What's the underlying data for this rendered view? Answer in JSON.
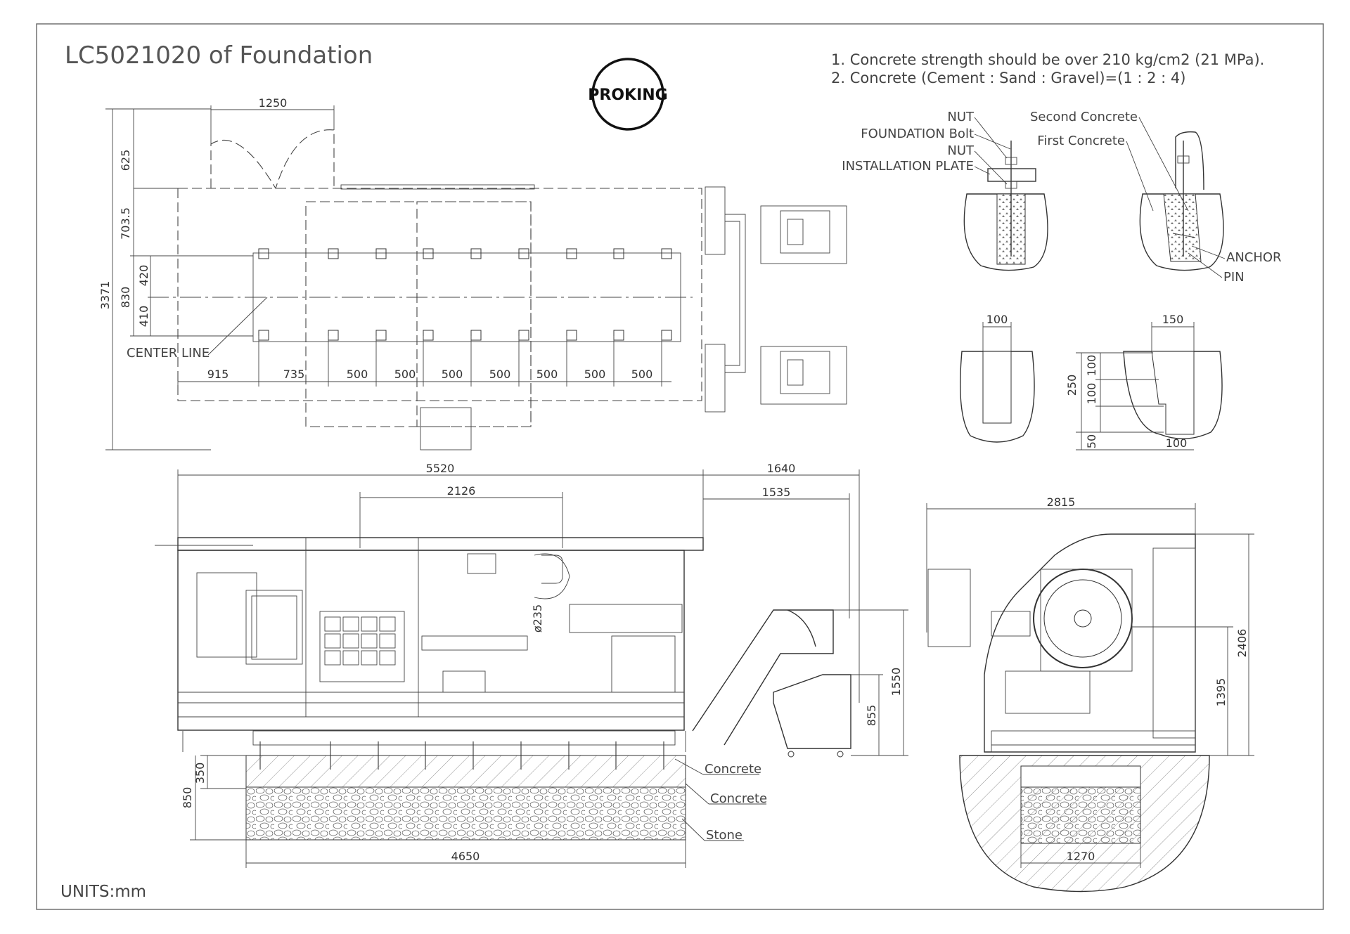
{
  "title": "LC5021020 of Foundation",
  "units": "UNITS:mm",
  "logo": "PROKING",
  "notes": [
    "1. Concrete strength should be over 210 kg/cm2 (21 MPa).",
    "2. Concrete (Cement : Sand : Gravel)=(1 : 2 : 4)"
  ],
  "plan_view": {
    "dims": {
      "width_top": "1250",
      "h_625": "625",
      "h_7035": "703.5",
      "h_3371": "3371",
      "h_830": "830",
      "h_420": "420",
      "h_410": "410"
    },
    "center_line": "CENTER LINE",
    "bottom_dims": [
      "915",
      "735",
      "500",
      "500",
      "500",
      "500",
      "500",
      "500",
      "500"
    ]
  },
  "bolt_detail": {
    "labels": {
      "nut_top": "NUT",
      "foundation_bolt": "FOUNDATION Bolt",
      "nut": "NUT",
      "installation_plate": "INSTALLATION PLATE",
      "second_concrete": "Second Concrete",
      "first_concrete": "First Concrete",
      "anchor": "ANCHOR",
      "pin": "PIN"
    },
    "dims": {
      "w100": "100",
      "w150": "150",
      "d250": "250",
      "d100a": "100",
      "d100b": "100",
      "d50": "50",
      "b100": "100"
    }
  },
  "side_view": {
    "dims": {
      "len_5520": "5520",
      "len_1640": "1640",
      "len_2126": "2126",
      "len_1535": "1535",
      "dia_235": "ø235",
      "h_1550": "1550",
      "h_855": "855",
      "h_350": "350",
      "h_850": "850",
      "len_4650": "4650"
    },
    "labels": [
      "Concrete",
      "Concrete",
      "Stone"
    ]
  },
  "end_view": {
    "dims": {
      "w_2815": "2815",
      "h_2406": "2406",
      "h_1395": "1395",
      "w_1270": "1270"
    }
  }
}
